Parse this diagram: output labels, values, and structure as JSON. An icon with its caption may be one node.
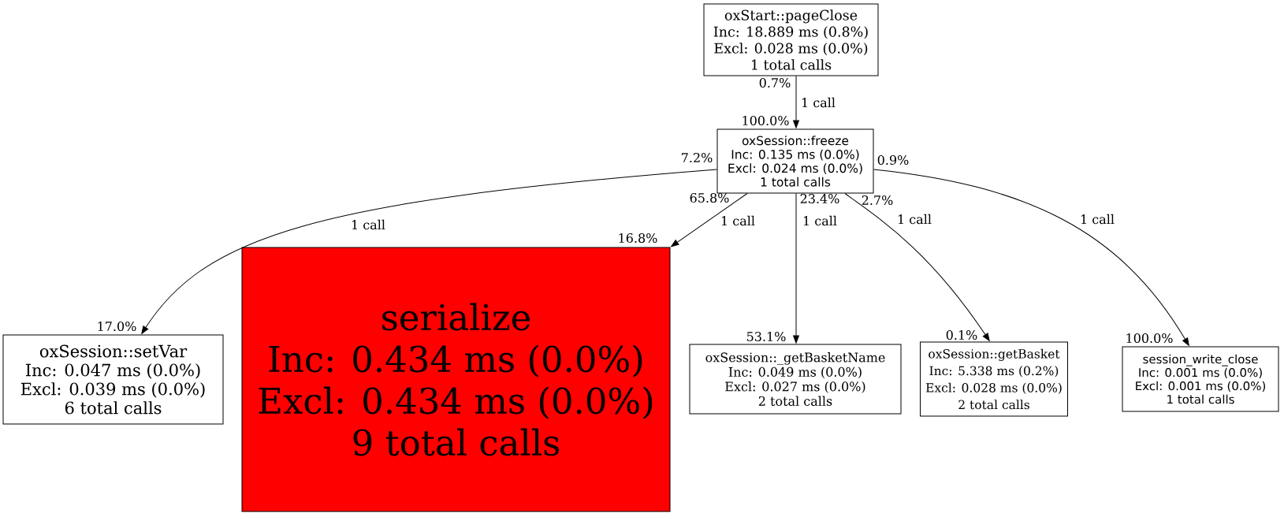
{
  "diagram": {
    "nodes": [
      {
        "text": [
          "oxStart::pageClose",
          "Inc: 18.889 ms (0.8%)",
          "Excl: 0.028 ms (0.0%)",
          "1 total calls"
        ]
      },
      {
        "text": [
          "oxSession::freeze",
          "Inc: 0.135 ms (0.0%)",
          "Excl: 0.024 ms (0.0%)",
          "1 total calls"
        ]
      },
      {
        "text": [
          "oxSession::setVar",
          "Inc: 0.047 ms (0.0%)",
          "Excl: 0.039 ms (0.0%)",
          "6 total calls"
        ]
      },
      {
        "text": [
          "serialize",
          "Inc: 0.434 ms (0.0%)",
          "Excl: 0.434 ms (0.0%)",
          "9 total calls"
        ]
      },
      {
        "text": [
          "oxSession::_getBasketName",
          "Inc: 0.049 ms (0.0%)",
          "Excl: 0.027 ms (0.0%)",
          "2 total calls"
        ]
      },
      {
        "text": [
          "oxSession::getBasket",
          "Inc: 5.338 ms (0.2%)",
          "Excl: 0.028 ms (0.0%)",
          "2 total calls"
        ]
      },
      {
        "text": [
          "session_write_close",
          "Inc: 0.001 ms (0.0%)",
          "Excl: 0.001 ms (0.0%)",
          "1 total calls"
        ]
      }
    ],
    "edges": [
      {
        "from": 0,
        "to": 1,
        "arrow": "to",
        "label": "1 call"
      },
      {
        "from": 1,
        "to": 2,
        "arrow": "to",
        "label": "1 call"
      },
      {
        "from": 1,
        "to": 3,
        "arrow": "to",
        "label": "1 call"
      },
      {
        "from": 1,
        "to": 4,
        "arrow": "to",
        "label": "1 call"
      },
      {
        "from": 1,
        "to": 5,
        "arrow": "to",
        "label": "1 call"
      },
      {
        "from": 1,
        "to": 6,
        "arrow": "to",
        "label": "1 call"
      }
    ],
    "labels": [
      "0.7%",
      "100.0%",
      "7.2%",
      "0.9%",
      "65.8%",
      "23.4%",
      "2.7%",
      "16.8%",
      "17.0%",
      "53.1%",
      "0.1%",
      "100.0%"
    ]
  }
}
